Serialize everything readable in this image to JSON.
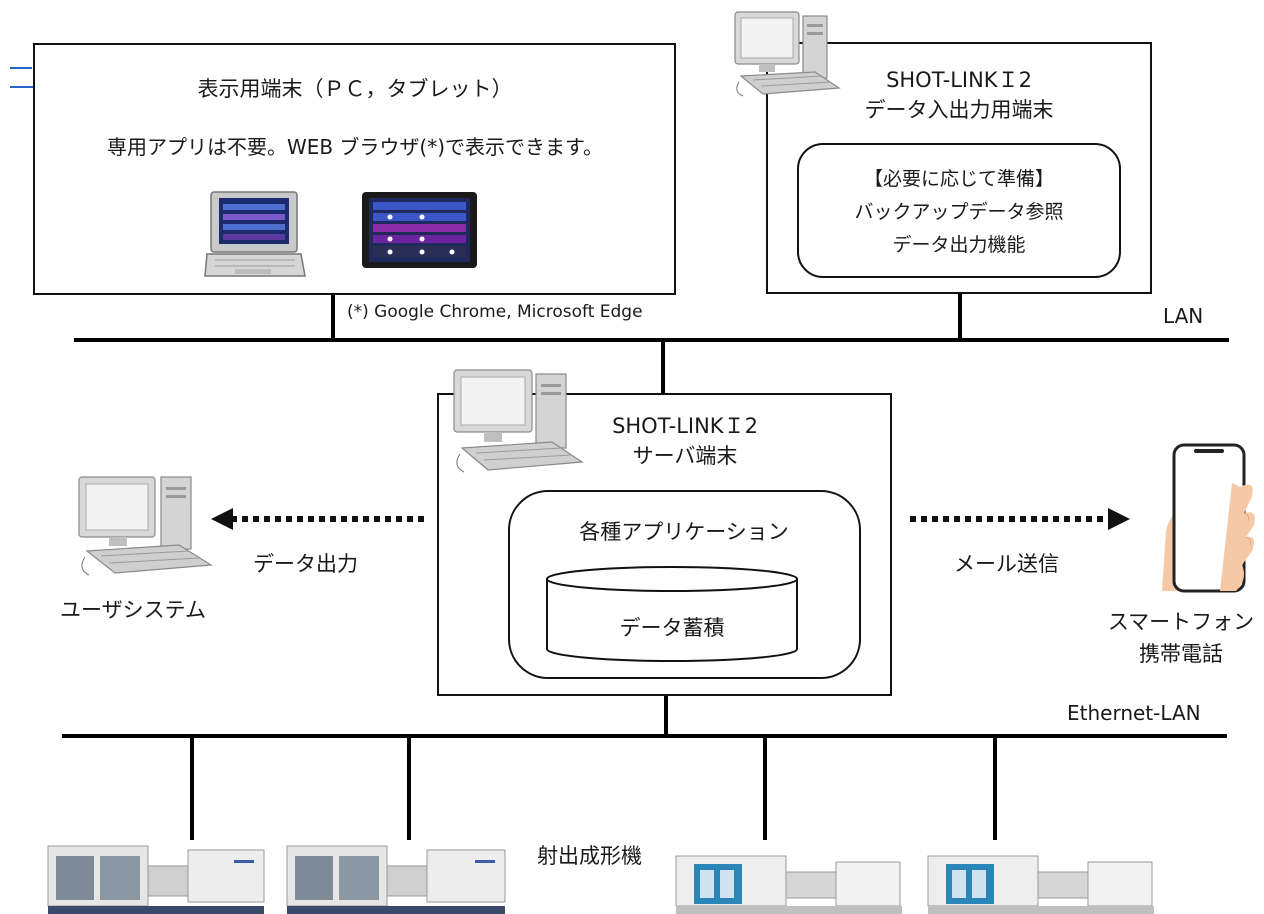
{
  "display_terminal": {
    "title": "表示用端末（ＰＣ，タブレット）",
    "description": "専用アプリは不要。WEB ブラウザ(*)で表示できます。",
    "footnote": "(*) Google Chrome, Microsoft Edge"
  },
  "io_terminal": {
    "title_line1": "SHOT-LINKＩ2",
    "title_line2": "データ入出力用端末",
    "inner_line1": "【必要に応じて準備】",
    "inner_line2": "バックアップデータ参照",
    "inner_line3": "データ出力機能"
  },
  "lan_label": "LAN",
  "server": {
    "title_line1": "SHOT-LINKＩ2",
    "title_line2": "サーバ端末",
    "apps_label": "各種アプリケーション",
    "db_label": "データ蓄積"
  },
  "user_system": {
    "arrow_label": "データ出力",
    "label": "ユーザシステム"
  },
  "smartphone": {
    "arrow_label": "メール送信",
    "label_line1": "スマートフォン",
    "label_line2": "携帯電話"
  },
  "ethernet_label": "Ethernet-LAN",
  "machines_label": "射出成形機"
}
